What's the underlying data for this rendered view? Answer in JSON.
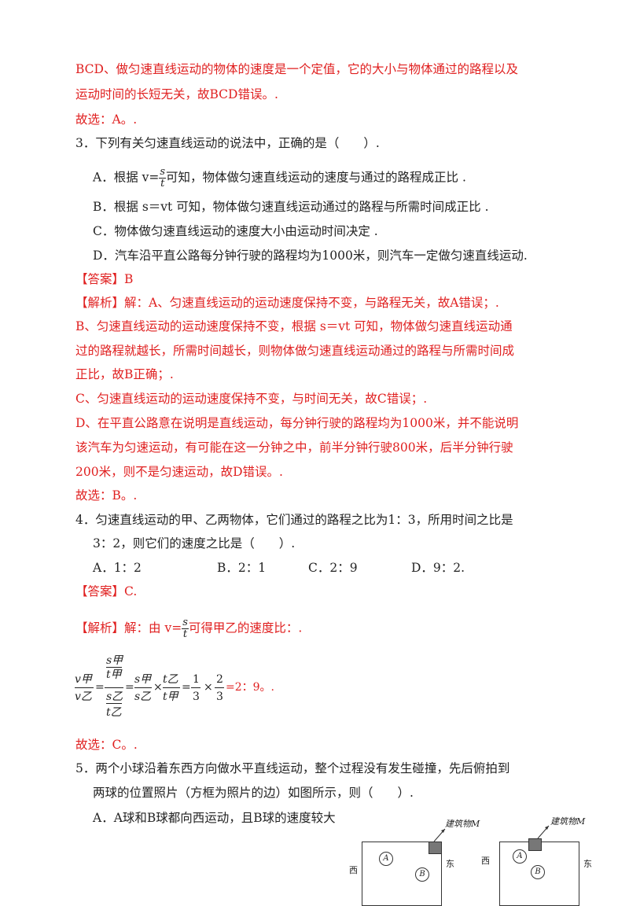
{
  "lines": {
    "l1": "BCD、做匀速直线运动的物体的速度是一个定值，它的大小与物体通过的路程以及",
    "l2": "运动时间的长短无关，故BCD错误。.",
    "l3": "故选：A。.",
    "q3": "3．下列有关匀速直线运动的说法中，正确的是（　　）.",
    "q3a_pre": "A．根据 v=",
    "q3a_num": "s",
    "q3a_den": "t",
    "q3a_post": "可知，物体做匀速直线运动的速度与通过的路程成正比 .",
    "q3b": "B．根据 s＝vt 可知，物体做匀速直线运动通过的路程与所需时间成正比 .",
    "q3c": "C．物体做匀速直线运动的速度大小由运动时间决定 .",
    "q3d": "D．汽车沿平直公路每分钟行驶的路程均为1000米，则汽车一定做匀速直线运动.",
    "ans3_tag": "【答案】",
    "ans3_val": "B",
    "exp3_tag": "【解析】",
    "exp3_text": "解：A、匀速直线运动的运动速度保持不变，与路程无关，故A错误；.",
    "e3b1": "B、匀速直线运动的运动速度保持不变，根据 s＝vt 可知，物体做匀速直线运动通",
    "e3b2": "过的路程就越长，所需时间越长，则物体做匀速直线运动通过的路程与所需时间成",
    "e3b3": "正比，故B正确；.",
    "e3c": "C、匀速直线运动的运动速度保持不变，与时间无关，故C错误；.",
    "e3d1": "D、在平直公路意在说明是直线运动，每分钟行驶的路程均为1000米，并不能说明",
    "e3d2": "该汽车为匀速运动，有可能在这一分钟之中，前半分钟行驶800米，后半分钟行驶",
    "e3d3": "200米，则不是匀速运动，故D错误。.",
    "sel3": "故选：B。.",
    "q4a": "4．匀速直线运动的甲、乙两物体，它们通过的路程之比为1：3，所用时间之比是",
    "q4b": "3：2，则它们的速度之比是（　　）.",
    "q4_optA": "A．1：2",
    "q4_optB": "B．2：1",
    "q4_optC": "C．2：9",
    "q4_optD": "D．9：2.",
    "ans4_tag": "【答案】",
    "ans4_val": "C.",
    "exp4_tag": "【解析】",
    "exp4_pre": "解：由 v=",
    "exp4_num": "s",
    "exp4_den": "t",
    "exp4_post": "可得甲乙的速度比：.",
    "sel4": "故选：C。.",
    "q5a": "5．两个小球沿着东西方向做水平直线运动，整个过程没有发生碰撞，先后俯拍到",
    "q5b": "两球的位置照片（方框为照片的边）如图所示，则（　　）.",
    "q5_optA": "A．A球和B球都向西运动，且B球的速度较大"
  },
  "formula": {
    "v_jia": "v甲",
    "v_yi": "v乙",
    "s_jia": "s甲",
    "t_jia": "t甲",
    "s_yi": "s乙",
    "t_yi": "t乙",
    "eq1": "=",
    "eq2": "=",
    "times1": "×",
    "eq3": "=",
    "one": "1",
    "three": "3",
    "times2": "×",
    "two": "2",
    "three2": "3",
    "result": "=2：9。."
  },
  "figure": {
    "building_label": "建筑物M",
    "west": "西",
    "east": "东",
    "ball_a": "A",
    "ball_b": "B"
  }
}
